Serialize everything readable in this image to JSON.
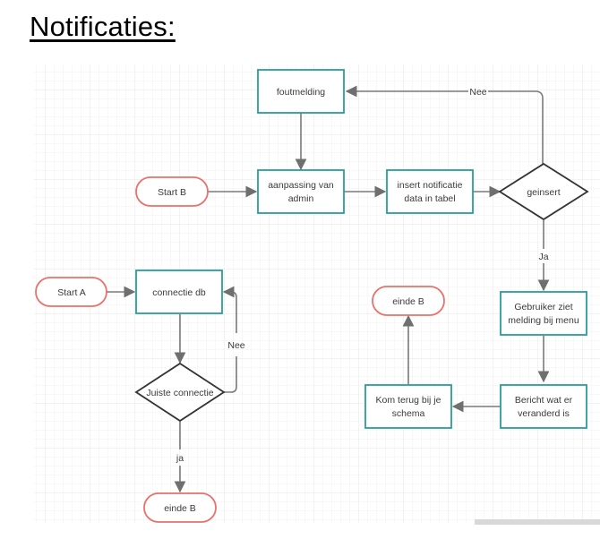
{
  "title": "Notificaties:",
  "diagram": {
    "nodes": {
      "foutmelding": "foutmelding",
      "aanpassing": [
        "aanpassing van",
        "admin"
      ],
      "insert": [
        "insert notificatie",
        "data in tabel"
      ],
      "geinsert": "geinsert",
      "start_b": "Start B",
      "start_a": "Start A",
      "connectie_db": "connectie db",
      "juiste_connectie": "Juiste connectie",
      "einde_b_left": "einde B",
      "einde_b_right": "einde B",
      "gebruiker": [
        "Gebruiker ziet",
        "melding bij menu"
      ],
      "bericht": [
        "Bericht wat er",
        "veranderd is"
      ],
      "kom_terug": [
        "Kom terug bij je",
        "schema"
      ]
    },
    "edge_labels": {
      "nee_top": "Nee",
      "ja_right": "Ja",
      "nee_left": "Nee",
      "ja_left": "ja"
    },
    "colors": {
      "process_border": "#2a9d9a",
      "terminal_border": "#e8726c",
      "decision_border": "#333333",
      "connector": "#7a7a7a",
      "grid": "#eeeeee"
    }
  }
}
